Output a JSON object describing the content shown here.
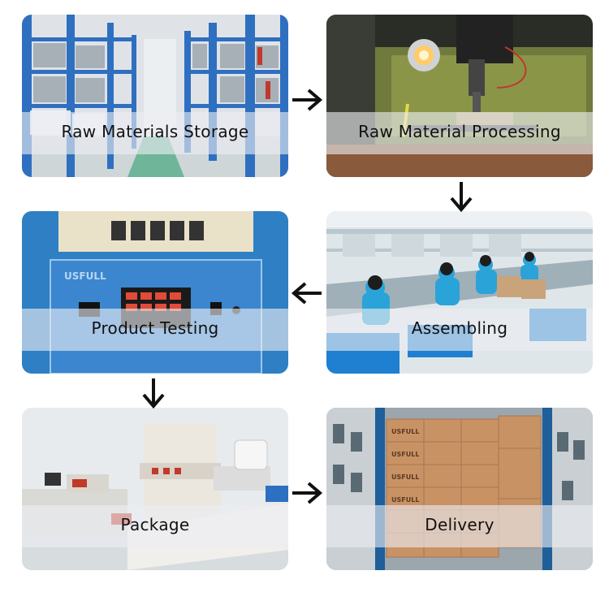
{
  "steps": [
    {
      "label": "Raw Materials Storage"
    },
    {
      "label": "Raw Material Processing"
    },
    {
      "label": "Product Testing",
      "brand": "USFULL"
    },
    {
      "label": "Assembling"
    },
    {
      "label": "Package"
    },
    {
      "label": "Delivery",
      "box_brand": "USFULL"
    }
  ],
  "arrows": [
    {
      "direction": "right"
    },
    {
      "direction": "down"
    },
    {
      "direction": "left"
    },
    {
      "direction": "down"
    },
    {
      "direction": "right"
    }
  ],
  "colors": {
    "arrow": "#111111",
    "caption_band": "#ebeef2",
    "text": "#111111"
  }
}
